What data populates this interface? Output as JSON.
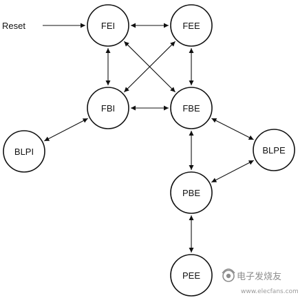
{
  "diagram": {
    "reset_label": "Reset",
    "states": [
      {
        "id": "FEI",
        "label": "FEI"
      },
      {
        "id": "FEE",
        "label": "FEE"
      },
      {
        "id": "FBI",
        "label": "FBI"
      },
      {
        "id": "FBE",
        "label": "FBE"
      },
      {
        "id": "BLPI",
        "label": "BLPI"
      },
      {
        "id": "BLPE",
        "label": "BLPE"
      },
      {
        "id": "PBE",
        "label": "PBE"
      },
      {
        "id": "PEE",
        "label": "PEE"
      }
    ],
    "transitions": [
      {
        "from": "FEI",
        "to": "FEE",
        "bidirectional": true
      },
      {
        "from": "FEI",
        "to": "FBI",
        "bidirectional": true
      },
      {
        "from": "FEI",
        "to": "FBE",
        "bidirectional": true
      },
      {
        "from": "FEE",
        "to": "FBI",
        "bidirectional": true
      },
      {
        "from": "FEE",
        "to": "FBE",
        "bidirectional": true
      },
      {
        "from": "FBI",
        "to": "FBE",
        "bidirectional": true
      },
      {
        "from": "FBI",
        "to": "BLPI",
        "bidirectional": true
      },
      {
        "from": "FBE",
        "to": "BLPE",
        "bidirectional": true
      },
      {
        "from": "FBE",
        "to": "PBE",
        "bidirectional": true
      },
      {
        "from": "BLPE",
        "to": "PBE",
        "bidirectional": true
      },
      {
        "from": "PBE",
        "to": "PEE",
        "bidirectional": true
      }
    ],
    "reset_target": "FEI"
  },
  "watermark": {
    "text": "电子发烧友",
    "url": "www.elecfans.com"
  },
  "colors": {
    "stroke": "#111111",
    "background": "#ffffff",
    "watermark": "#8c8c8c"
  }
}
